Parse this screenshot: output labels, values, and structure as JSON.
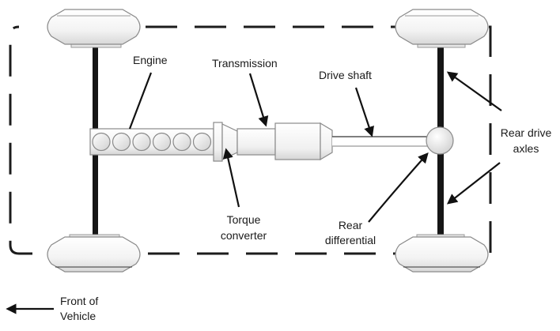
{
  "diagram": {
    "title": "Rear-wheel-drive vehicle drivetrain layout",
    "labels": {
      "engine": "Engine",
      "transmission": "Transmission",
      "drive_shaft": "Drive shaft",
      "torque_converter_line1": "Torque",
      "torque_converter_line2": "converter",
      "rear_differential_line1": "Rear",
      "rear_differential_line2": "differential",
      "rear_drive_axles_line1": "Rear drive",
      "rear_drive_axles_line2": "axles",
      "front_of_vehicle_line1": "Front of",
      "front_of_vehicle_line2": "Vehicle"
    },
    "components": [
      {
        "id": "engine",
        "name": "Engine",
        "cylinders": 6
      },
      {
        "id": "torque-converter",
        "name": "Torque converter"
      },
      {
        "id": "transmission",
        "name": "Transmission"
      },
      {
        "id": "drive-shaft",
        "name": "Drive shaft"
      },
      {
        "id": "rear-differential",
        "name": "Rear differential"
      },
      {
        "id": "rear-drive-axles",
        "name": "Rear drive axles"
      },
      {
        "id": "front-axle",
        "name": "Front axle"
      },
      {
        "id": "wheels",
        "name": "Wheels",
        "count": 4
      }
    ],
    "direction_indicator": "Front of Vehicle",
    "colors": {
      "line": "#111111",
      "part_fill_light": "#ffffff",
      "part_fill_dark": "#d9d9d9",
      "part_stroke": "#8a8a8a"
    }
  }
}
